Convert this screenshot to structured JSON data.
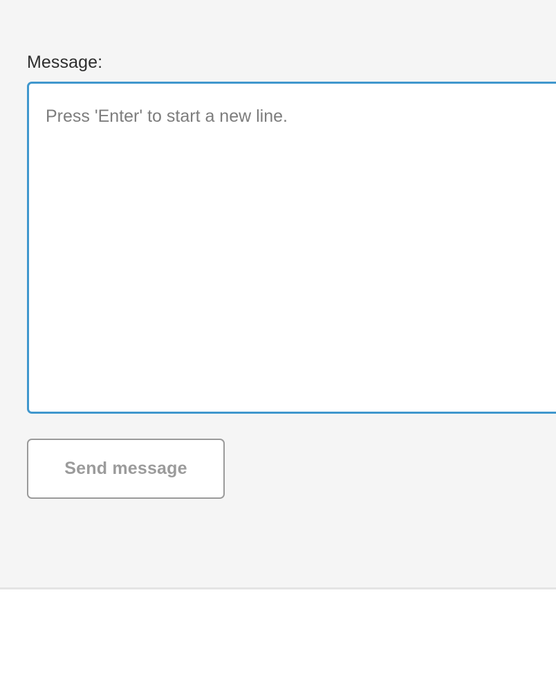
{
  "panel": {
    "background_color": "#f5f5f5",
    "divider_color": "#e4e4e4"
  },
  "composer": {
    "label": "Message:",
    "message_input": {
      "value": "",
      "placeholder": "Press 'Enter' to start a new line.",
      "focused": true,
      "focus_border_color": "#4097cd"
    },
    "send_button": {
      "label": "Send message",
      "text_color": "#9b9b9b",
      "border_color": "#9a9a9a"
    }
  }
}
